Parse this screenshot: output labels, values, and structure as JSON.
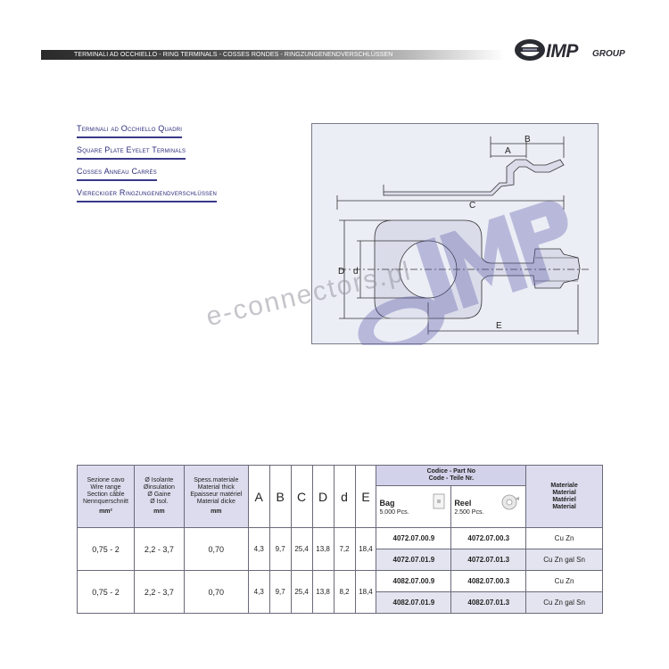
{
  "header": {
    "band_text": "TERMINALI AD OCCHIELLO - RING TERMINALS - COSSES RONDES - RINGZUNGENENDVERSCHLÜSSEN",
    "logo_main": "IMP",
    "logo_sub": "GROUP"
  },
  "titles": [
    "Terminali ad Occhiello Quadri",
    "Square Plate Eyelet Terminals",
    "Cosses Anneau Carrés",
    "Viereckiger Ringzungenendverschlüssen"
  ],
  "drawing": {
    "dim_labels": {
      "A": "A",
      "B": "B",
      "C": "C",
      "D": "D",
      "d": "d",
      "E": "E"
    }
  },
  "watermark": "e-connectors.pl",
  "table": {
    "headers": {
      "wire": [
        "Sezione cavo",
        "Wire range",
        "Section câble",
        "Nennquerschnitt"
      ],
      "wire_unit": "mm²",
      "insulation": [
        "Ø Isolante",
        "Øinsulation",
        "Ø Gaine",
        "Ø Isol."
      ],
      "insulation_unit": "mm",
      "thickness": [
        "Spess.materiale",
        "Material thick",
        "Epaisseur matériel",
        "Material dicke"
      ],
      "thickness_unit": "mm",
      "dims": [
        "A",
        "B",
        "C",
        "D",
        "d",
        "E"
      ],
      "code_title": [
        "Codice - Part No",
        "Code - Teile Nr."
      ],
      "bag_label": "Bag",
      "bag_qty": "5.000 Pcs.",
      "reel_label": "Reel",
      "reel_qty": "2.500 Pcs.",
      "material": [
        "Materiale",
        "Material",
        "Matériel",
        "Material"
      ]
    },
    "groups": [
      {
        "wire": "0,75 - 2",
        "insulation": "2,2 - 3,7",
        "thickness": "0,70",
        "A": "4,3",
        "B": "9,7",
        "C": "25,4",
        "D": "13,8",
        "d": "7,2",
        "E": "18,4",
        "rows": [
          {
            "bag": "4072.07.00.9",
            "reel": "4072.07.00.3",
            "material": "Cu Zn"
          },
          {
            "bag": "4072.07.01.9",
            "reel": "4072.07.01.3",
            "material": "Cu Zn gal Sn"
          }
        ]
      },
      {
        "wire": "0,75 - 2",
        "insulation": "2,2 - 3,7",
        "thickness": "0,70",
        "A": "4,3",
        "B": "9,7",
        "C": "25,4",
        "D": "13,8",
        "d": "8,2",
        "E": "18,4",
        "rows": [
          {
            "bag": "4082.07.00.9",
            "reel": "4082.07.00.3",
            "material": "Cu Zn"
          },
          {
            "bag": "4082.07.01.9",
            "reel": "4082.07.01.3",
            "material": "Cu Zn gal Sn"
          }
        ]
      }
    ]
  }
}
